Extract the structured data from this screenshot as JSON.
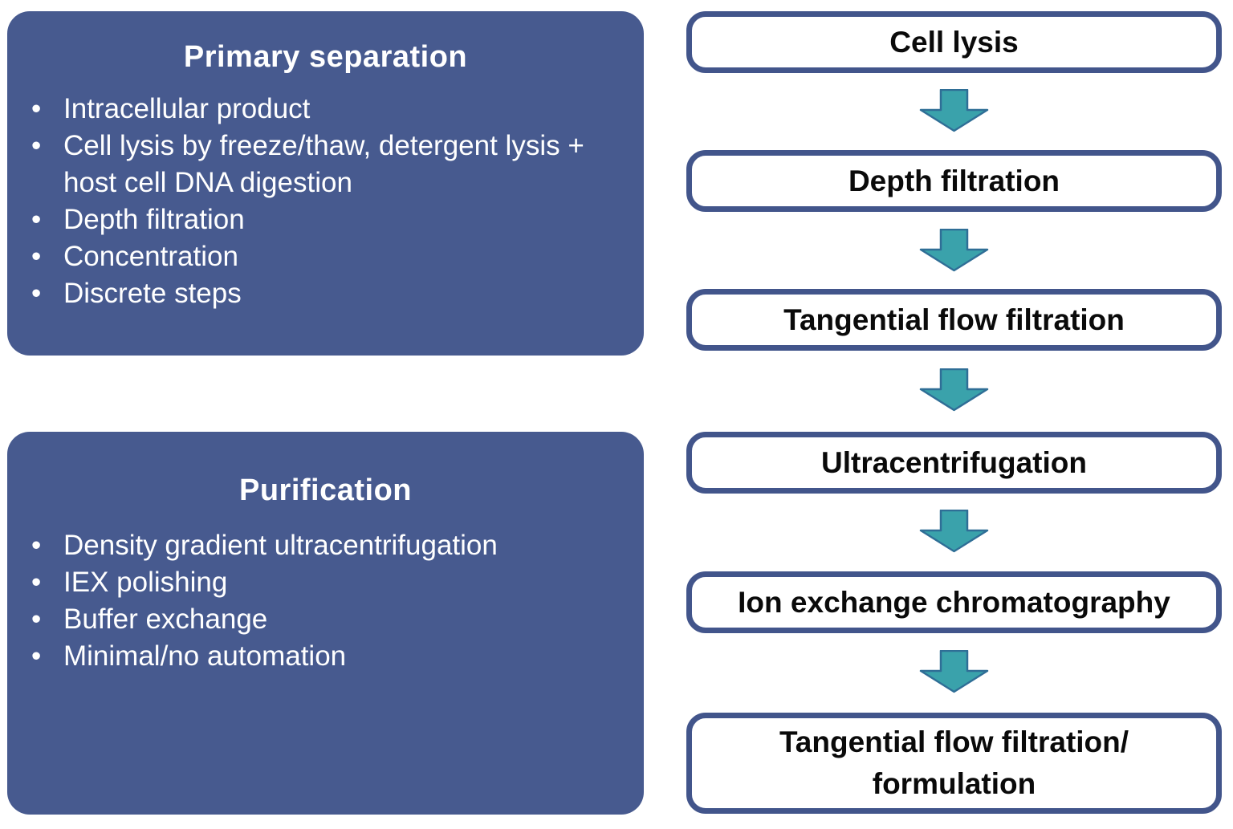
{
  "colors": {
    "panel_blue": "#475A8F",
    "box_border_blue": "#42558B",
    "arrow_fill_teal": "#3AA2AB",
    "arrow_stroke": "#2F6E96",
    "panel_text": "#FFFFFF",
    "box_text": "#0A0A0A",
    "background": "#FFFFFF"
  },
  "glyphs": {
    "bullet": "•"
  },
  "left_panels": [
    {
      "title": "Primary separation",
      "bullets": [
        "Intracellular product",
        "Cell lysis by freeze/thaw, detergent lysis + host cell DNA digestion",
        "Depth filtration",
        "Concentration",
        "Discrete steps"
      ]
    },
    {
      "title": "Purification",
      "bullets": [
        "Density gradient ultracentrifugation",
        "IEX polishing",
        "Buffer exchange",
        "Minimal/no automation"
      ]
    }
  ],
  "flow_steps": [
    "Cell lysis",
    "Depth filtration",
    "Tangential flow filtration",
    "Ultracentrifugation",
    "Ion exchange chromatography",
    "Tangential flow filtration/ formulation"
  ]
}
